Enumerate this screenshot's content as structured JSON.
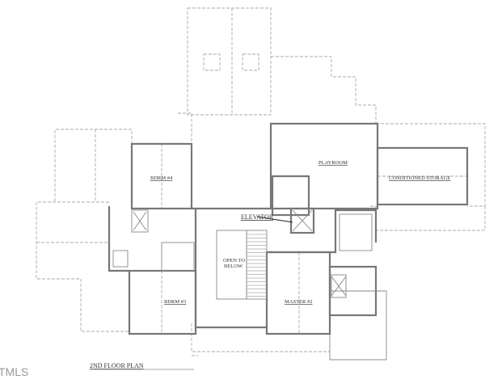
{
  "plan": {
    "title": "2ND FLOOR PLAN",
    "rooms": {
      "bdrm4": "BDRM #4",
      "playroom": "PLAYROOM",
      "conditioned_storage": "CONDITIONED STORAGE",
      "elevator": "ELEVATOR",
      "open_to_below_1": "OPEN TO",
      "open_to_below_2": "BELOW",
      "bdrm3": "BDRM #3",
      "master2": "MASTER #2"
    }
  },
  "watermark": "TMLS"
}
